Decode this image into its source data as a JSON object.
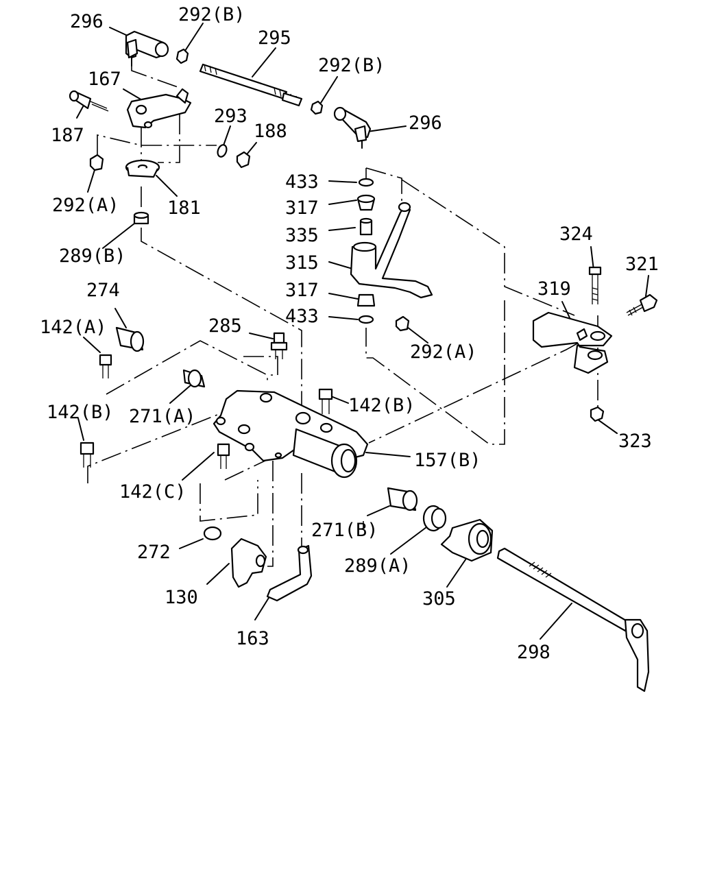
{
  "diagram": {
    "labels": {
      "l296a": "296",
      "l292Ba": "292(B)",
      "l295": "295",
      "l292Bb": "292(B)",
      "l167": "167",
      "l296b": "296",
      "l187": "187",
      "l293": "293",
      "l188": "188",
      "l292Aa": "292(A)",
      "l181": "181",
      "l433a": "433",
      "l317a": "317",
      "l335": "335",
      "l315": "315",
      "l289B": "289(B)",
      "l324": "324",
      "l321": "321",
      "l319": "319",
      "l274": "274",
      "l317b": "317",
      "l433b": "433",
      "l142Aa": "142(A)",
      "l285": "285",
      "l292Ab": "292(A)",
      "l271A": "271(A)",
      "l142Ba": "142(B)",
      "l142Bb": "142(B)",
      "l323": "323",
      "l157B": "157(B)",
      "l142C": "142(C)",
      "l271B": "271(B)",
      "l272": "272",
      "l289A": "289(A)",
      "l130": "130",
      "l305": "305",
      "l163": "163",
      "l298": "298"
    }
  }
}
